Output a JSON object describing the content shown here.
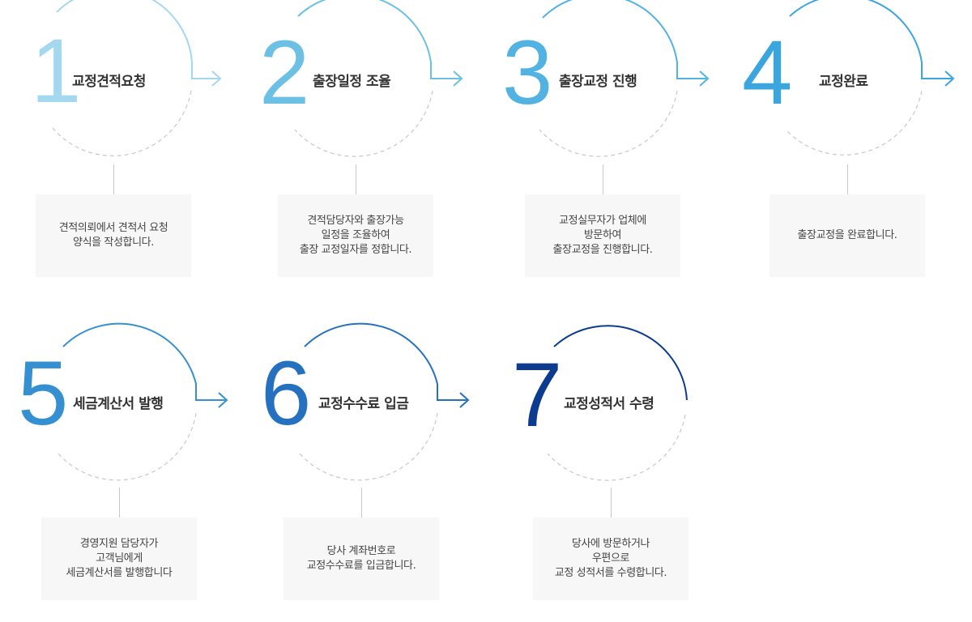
{
  "steps": [
    {
      "number": "1",
      "title": "교정견적요청",
      "color": "#a3d8ee",
      "desc": [
        "견적의뢰에서 견적서 요청",
        "양식을 작성합니다."
      ]
    },
    {
      "number": "2",
      "title": "출장일정 조율",
      "color": "#6cc0e4",
      "desc": [
        "견적담당자와 출장가능",
        "일정을 조율하여",
        "출장 교정일자를 정합니다."
      ]
    },
    {
      "number": "3",
      "title": "출장교정 진행",
      "color": "#52b3e2",
      "desc": [
        "교정실무자가 업체에",
        "방문하여",
        "출장교정을 진행합니다."
      ]
    },
    {
      "number": "4",
      "title": "교정완료",
      "color": "#3ba5de",
      "desc": [
        "출장교정을 완료합니다."
      ]
    },
    {
      "number": "5",
      "title": "세금계산서 발행",
      "color": "#3490d0",
      "desc": [
        "경영지원 담당자가",
        "고객님에게",
        "세금계산서를 발행합니다"
      ]
    },
    {
      "number": "6",
      "title": "교정수수료 입금",
      "color": "#2670c0",
      "desc": [
        "당사 계좌번호로",
        "교정수수료를 입금합니다."
      ]
    },
    {
      "number": "7",
      "title": "교정성적서 수령",
      "color": "#0c3b8f",
      "desc": [
        "당사에 방문하거나",
        "우편으로",
        "교정 성적서를 수령합니다."
      ]
    }
  ]
}
